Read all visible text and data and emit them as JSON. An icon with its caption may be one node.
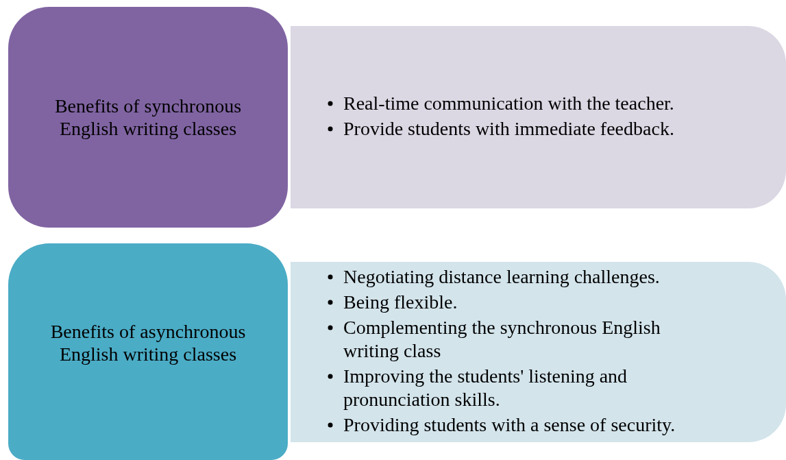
{
  "diagram": {
    "nodes": [
      {
        "text": [
          "Benefits of synchronous English writing classes"
        ]
      },
      {
        "text": [
          "Real-time communication with the teacher.",
          "Provide students with immediate feedback."
        ]
      },
      {
        "text": [
          "Benefits of asynchronous English writing classes"
        ]
      },
      {
        "text": [
          "Negotiating distance learning challenges.",
          "Being flexible.",
          "Complementing the synchronous English writing class",
          "Improving the students' listening and pronunciation skills.",
          "Providing students with a sense of security."
        ]
      }
    ]
  }
}
